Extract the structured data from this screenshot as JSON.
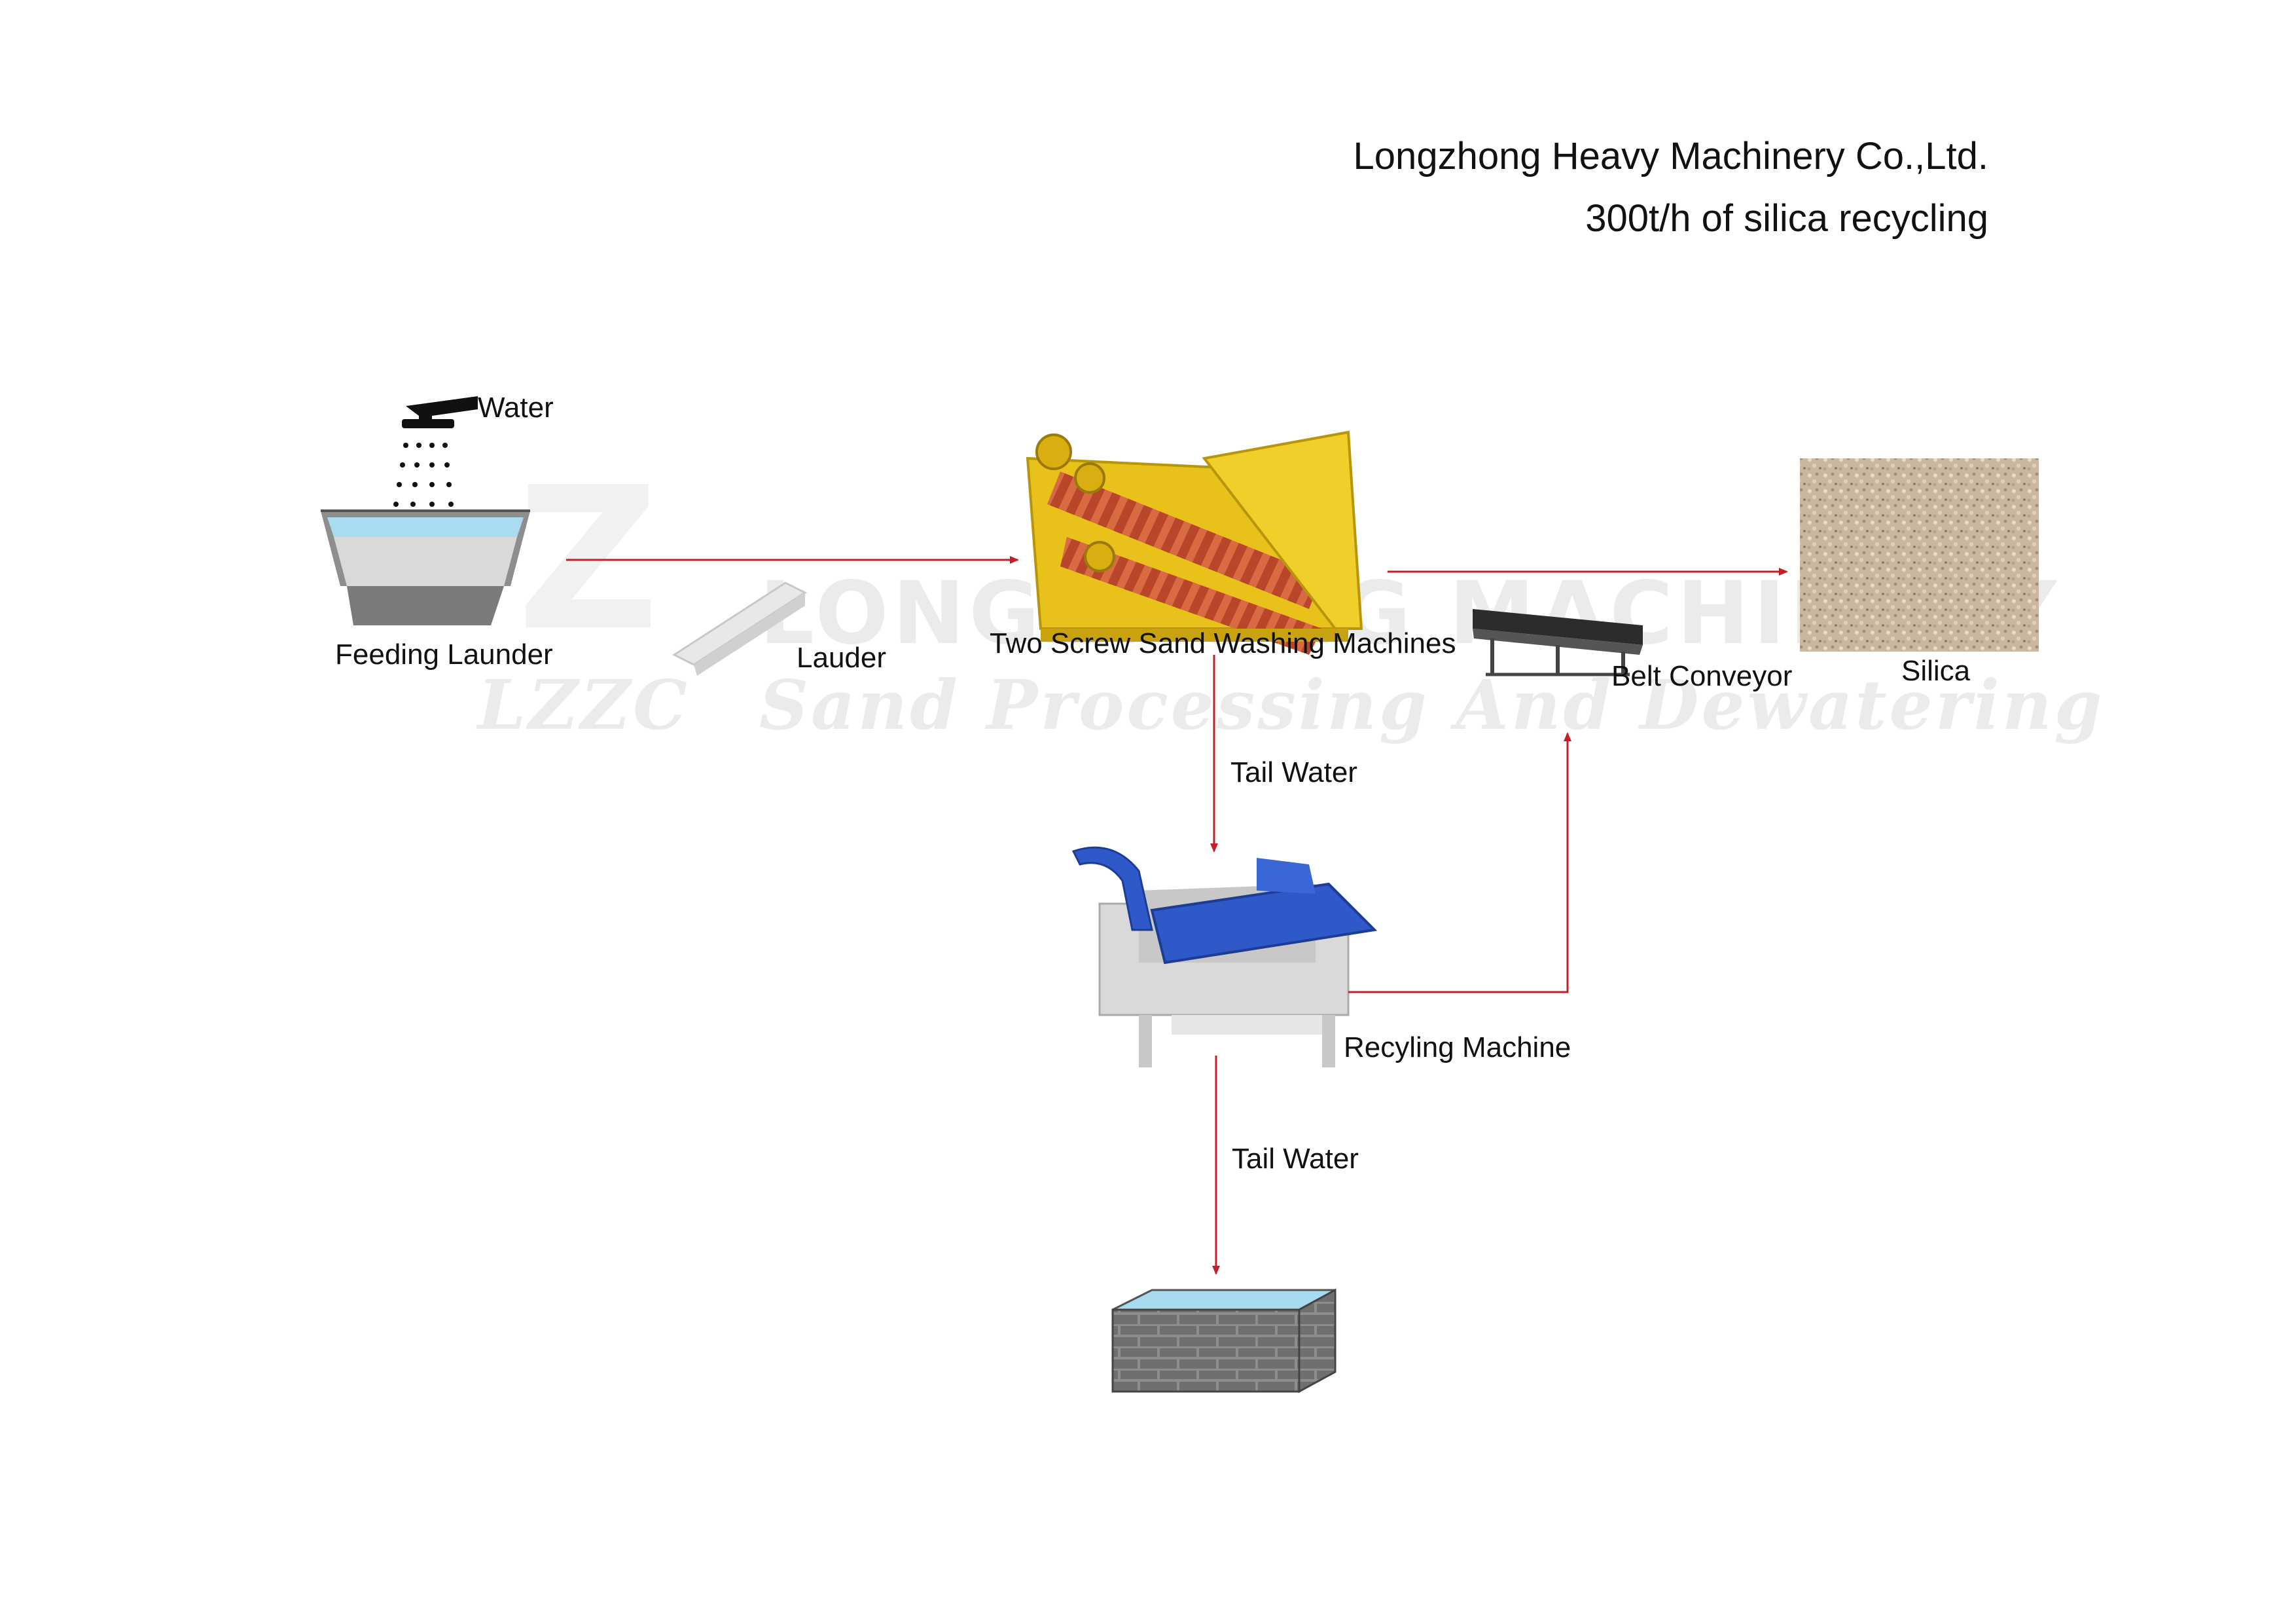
{
  "header": {
    "company": "Longzhong Heavy Machinery Co.,Ltd.",
    "subtitle": "300t/h of silica recycling"
  },
  "watermark": {
    "logo": "Z",
    "line1": "LONGZHONG MACHINERY",
    "brand": "LZZC",
    "line2": "Sand Processing And Dewatering"
  },
  "labels": {
    "water": "Water",
    "feeding_launder": "Feeding Launder",
    "lauder": "Lauder",
    "washing_machines": "Two Screw Sand Washing Machines",
    "belt_conveyor": "Belt Conveyor",
    "silica": "Silica",
    "tail_water_1": "Tail Water",
    "recycling_machine": "Recyling Machine",
    "tail_water_2": "Tail Water"
  },
  "colors": {
    "arrow": "#c41e2a",
    "machine_yellow": "#e8c21a",
    "screw_red": "#c6502a",
    "recycler_blue": "#2f58c8",
    "frame_grey": "#d8d8d8",
    "water_blue": "#9fd6ee",
    "silica_tan": "#c9b7a0"
  },
  "icons": {
    "water": "shower-icon",
    "launder": "feeding-hopper",
    "lauder": "trough",
    "washer": "screw-sand-washer",
    "conveyor": "belt-conveyor",
    "product": "silica-sand-texture",
    "recycler": "fine-sand-recycling-machine",
    "pool": "brick-sedimentation-tank"
  }
}
